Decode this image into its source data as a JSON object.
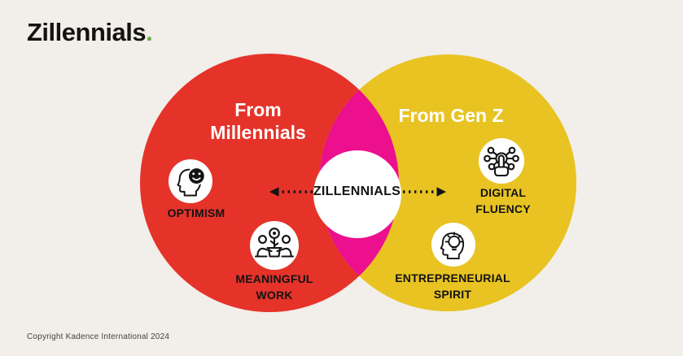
{
  "colors": {
    "background": "#f2eee9",
    "red": "#e5332a",
    "yellow": "#e8c322",
    "magenta": "#ec0f8e",
    "ink": "#131313",
    "green_dot": "#67a94d",
    "heading_text": "#ffffff",
    "copyright_text": "#46413c"
  },
  "header": {
    "title": "Zillennials",
    "title_dot": "."
  },
  "venn": {
    "left_circle": {
      "heading": "From\nMillennials",
      "color": "#e5332a",
      "items": [
        {
          "icon": "optimism-head-smiley-icon",
          "label": "OPTIMISM"
        },
        {
          "icon": "meaningful-work-people-plant-icon",
          "label": "MEANINGFUL\nWORK"
        }
      ]
    },
    "right_circle": {
      "heading": "From Gen Z",
      "color": "#e8c322",
      "items": [
        {
          "icon": "digital-fluency-touch-network-icon",
          "label": "DIGITAL\nFLUENCY"
        },
        {
          "icon": "entrepreneurial-spirit-head-bulb-icon",
          "label": "ENTREPRENEURIAL\nSPIRIT"
        }
      ]
    },
    "overlap": {
      "label": "ZILLENNIALS",
      "color": "#ec0f8e"
    }
  },
  "footer": {
    "copyright": "Copyright Kadence International 2024"
  }
}
